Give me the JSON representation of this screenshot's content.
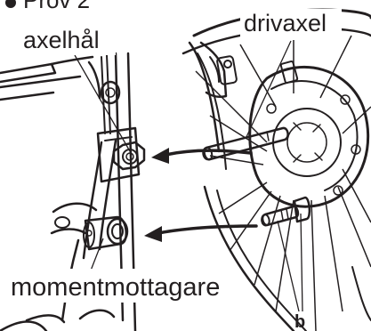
{
  "figure": {
    "heading": "Prov 2",
    "labels": {
      "axle_hole": "axelhål",
      "drive_axle": "drivaxel",
      "torque_receiver": "momentmottagare",
      "b": "b"
    }
  }
}
